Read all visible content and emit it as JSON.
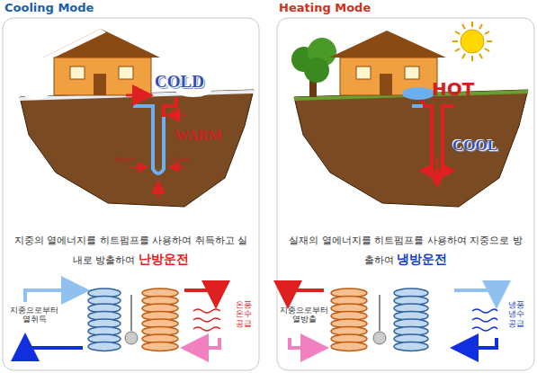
{
  "diagram": {
    "nodes": [
      {
        "text": [
          "Cooling Mode",
          "지중의 열에너지를 히트펌프를 사용하여 취득하고 실내로 방출하여",
          "난방운전"
        ]
      },
      {
        "text": [
          "Heating Mode",
          "실재의 열에너지를 히트펌프를 사용하여 지중으로 방출하여",
          "냉방운전"
        ]
      }
    ],
    "labels": [
      "COLD",
      "WARM",
      "Warm",
      "Warm",
      "지중으로부터 열취득",
      "온풍 온수 공급",
      "HOT",
      "COOL",
      "지중으로부터 열방출",
      "냉풍 냉수 공급"
    ]
  }
}
